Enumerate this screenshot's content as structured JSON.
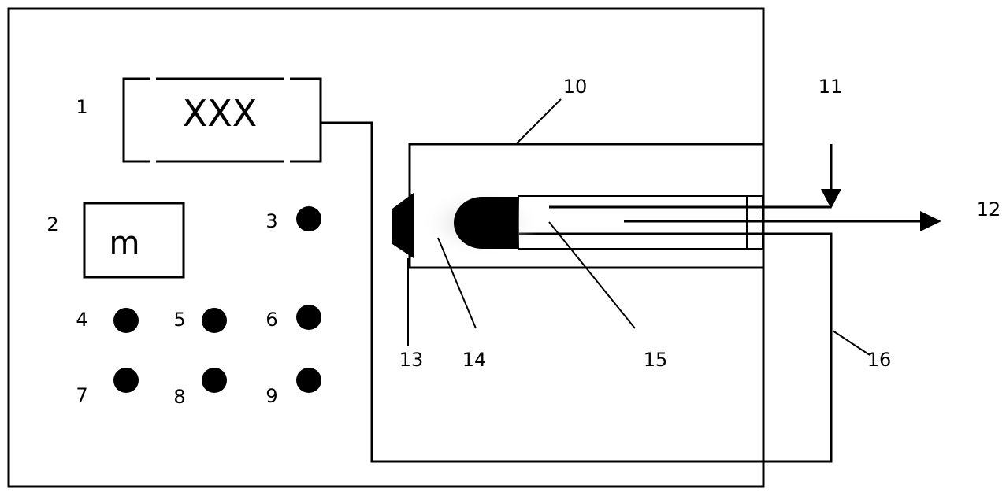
{
  "display": {
    "text": "XXX"
  },
  "memory": {
    "text": "m"
  },
  "labels": {
    "l1": "1",
    "l2": "2",
    "l3": "3",
    "l4": "4",
    "l5": "5",
    "l6": "6",
    "l7": "7",
    "l8": "8",
    "l9": "9",
    "l10": "10",
    "l11": "11",
    "l12": "12",
    "l13": "13",
    "l14": "14",
    "l15": "15",
    "l16": "16"
  },
  "colors": {
    "line": "#000000",
    "background": "#ffffff"
  }
}
